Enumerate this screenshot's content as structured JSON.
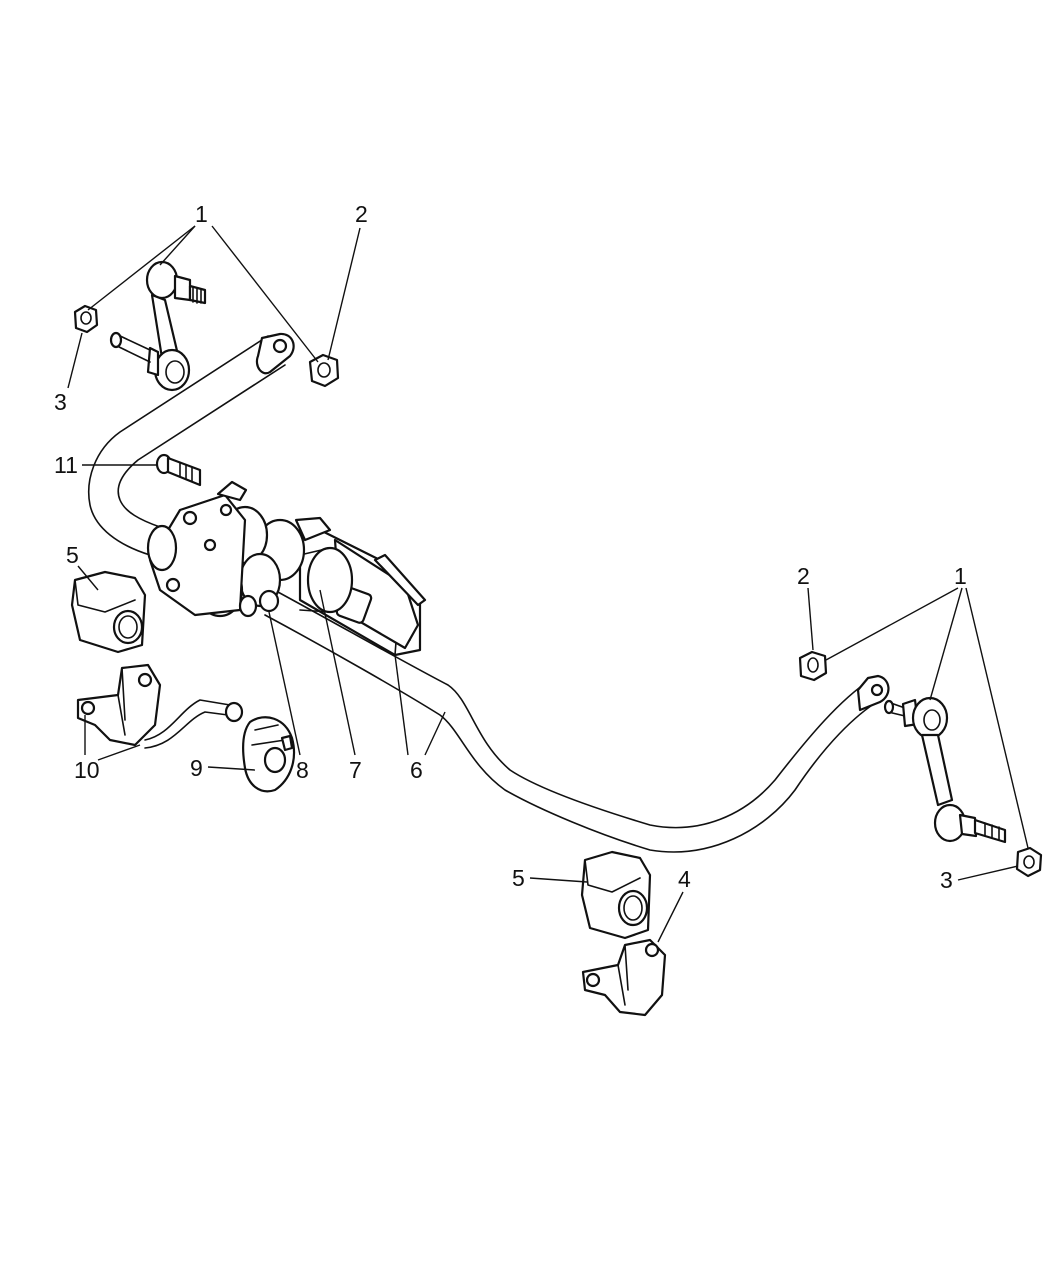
{
  "callouts": {
    "c1_left": "1",
    "c2_left": "2",
    "c3_left": "3",
    "c11": "11",
    "c5_left": "5",
    "c10": "10",
    "c9": "9",
    "c8": "8",
    "c7": "7",
    "c6": "6",
    "c2_right": "2",
    "c1_right": "1",
    "c3_right": "3",
    "c5_right": "5",
    "c4": "4"
  }
}
